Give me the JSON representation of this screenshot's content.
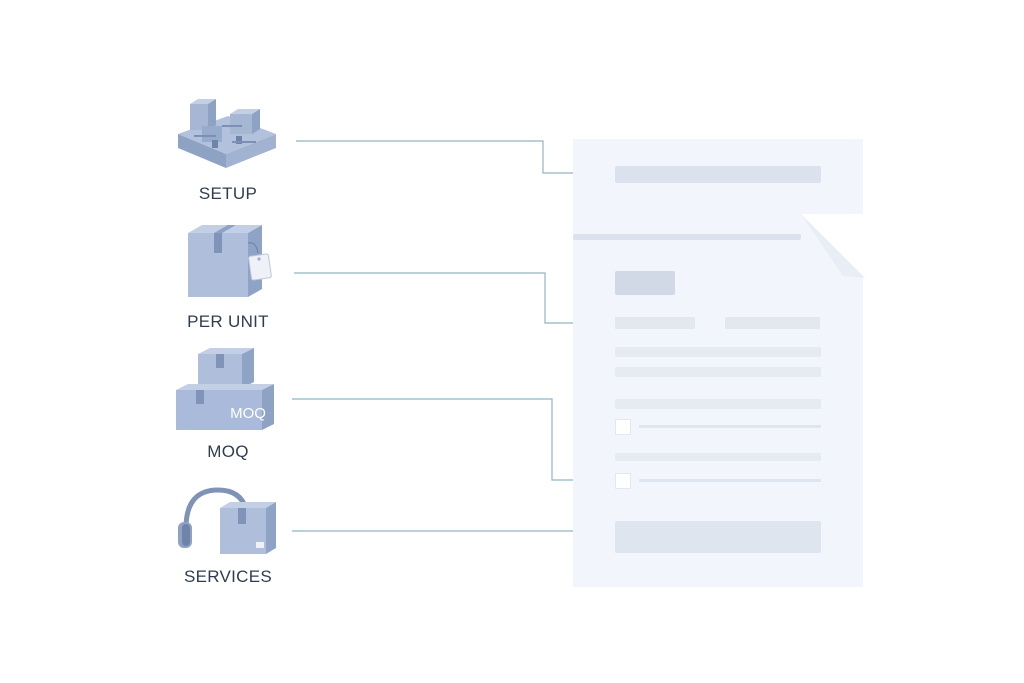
{
  "items": [
    {
      "label": "SETUP",
      "icon": "modular-blocks-icon"
    },
    {
      "label": "PER UNIT",
      "icon": "tagged-box-icon"
    },
    {
      "label": "MOQ",
      "icon": "stacked-boxes-icon",
      "badge": "MOQ"
    },
    {
      "label": "SERVICES",
      "icon": "headset-box-icon"
    }
  ],
  "colors": {
    "icon_fill": "#9fb1cf",
    "icon_dark": "#7e93b6",
    "connector": "#8fb6c4",
    "document": "#f2f5fb",
    "placeholder": "#dbe2ee",
    "label_text": "#2f3d4f"
  }
}
